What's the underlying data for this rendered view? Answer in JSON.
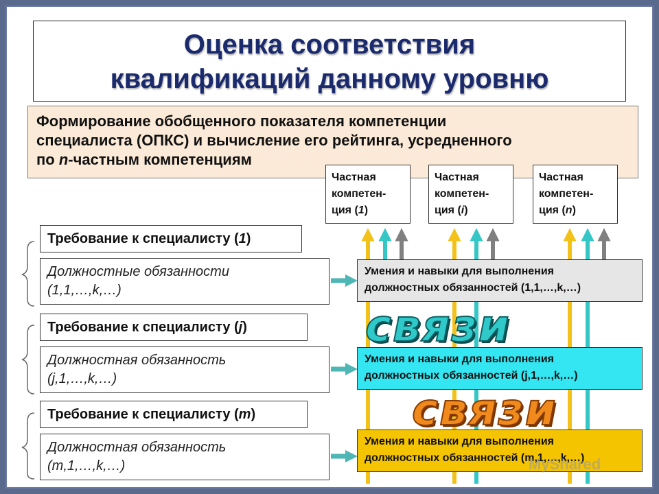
{
  "title_line1": "Оценка соответствия",
  "title_line2": "квалификаций данному уровню",
  "subtitle_line1": "Формирование обобщенного показателя компетенции",
  "subtitle_line2": "специалиста (ОПКС) и вычисление его рейтинга, усредненного",
  "subtitle_line3_pre": "по ",
  "subtitle_line3_var": "n",
  "subtitle_line3_post": "-частным компетенциям",
  "partial": [
    {
      "l1": "Частная",
      "l2": "компетен-",
      "pre": "ция (",
      "var": "1",
      "post": ")"
    },
    {
      "l1": "Частная",
      "l2": "компетен-",
      "pre": "ция (",
      "var": "i",
      "post": ")"
    },
    {
      "l1": "Частная",
      "l2": "компетен-",
      "pre": "ция (",
      "var": "n",
      "post": ")"
    }
  ],
  "requirements": [
    {
      "pre": "Требование к специалисту (",
      "var": "1",
      "post": ")"
    },
    {
      "pre": "Требование к специалисту (",
      "var": "j",
      "post": ")"
    },
    {
      "pre": "Требование к специалисту (",
      "var": "m",
      "post": ")"
    }
  ],
  "duties": [
    {
      "l1": "Должностные обязанности",
      "l2": "(1,1,…,k,…)"
    },
    {
      "l1": "Должностная обязанность",
      "l2": "(j,1,…,k,…)"
    },
    {
      "l1": "Должностная обязанность",
      "l2": "(m,1,…,k,…)"
    }
  ],
  "skills": [
    {
      "l1": "Умения и навыки для выполнения",
      "l2": "должностных обязанностей (1,1,…,k,…)",
      "bg": "#e6e6e6"
    },
    {
      "l1": "Умения и навыки для выполнения",
      "l2": "должностных обязанностей (j,1,…,k,…)",
      "bg": "#33e6f2"
    },
    {
      "l1": "Умения и навыки для выполнения",
      "l2": "должностных обязанностей (m,1,…,k,…)",
      "bg": "#f5c400"
    }
  ],
  "svyazi_1": "связи",
  "svyazi_2": "связи",
  "watermark": "MyShared",
  "colors": {
    "yellow": "#f3c21a",
    "cyan": "#35c6c6",
    "gray": "#808080",
    "title": "#1a2a6c"
  }
}
